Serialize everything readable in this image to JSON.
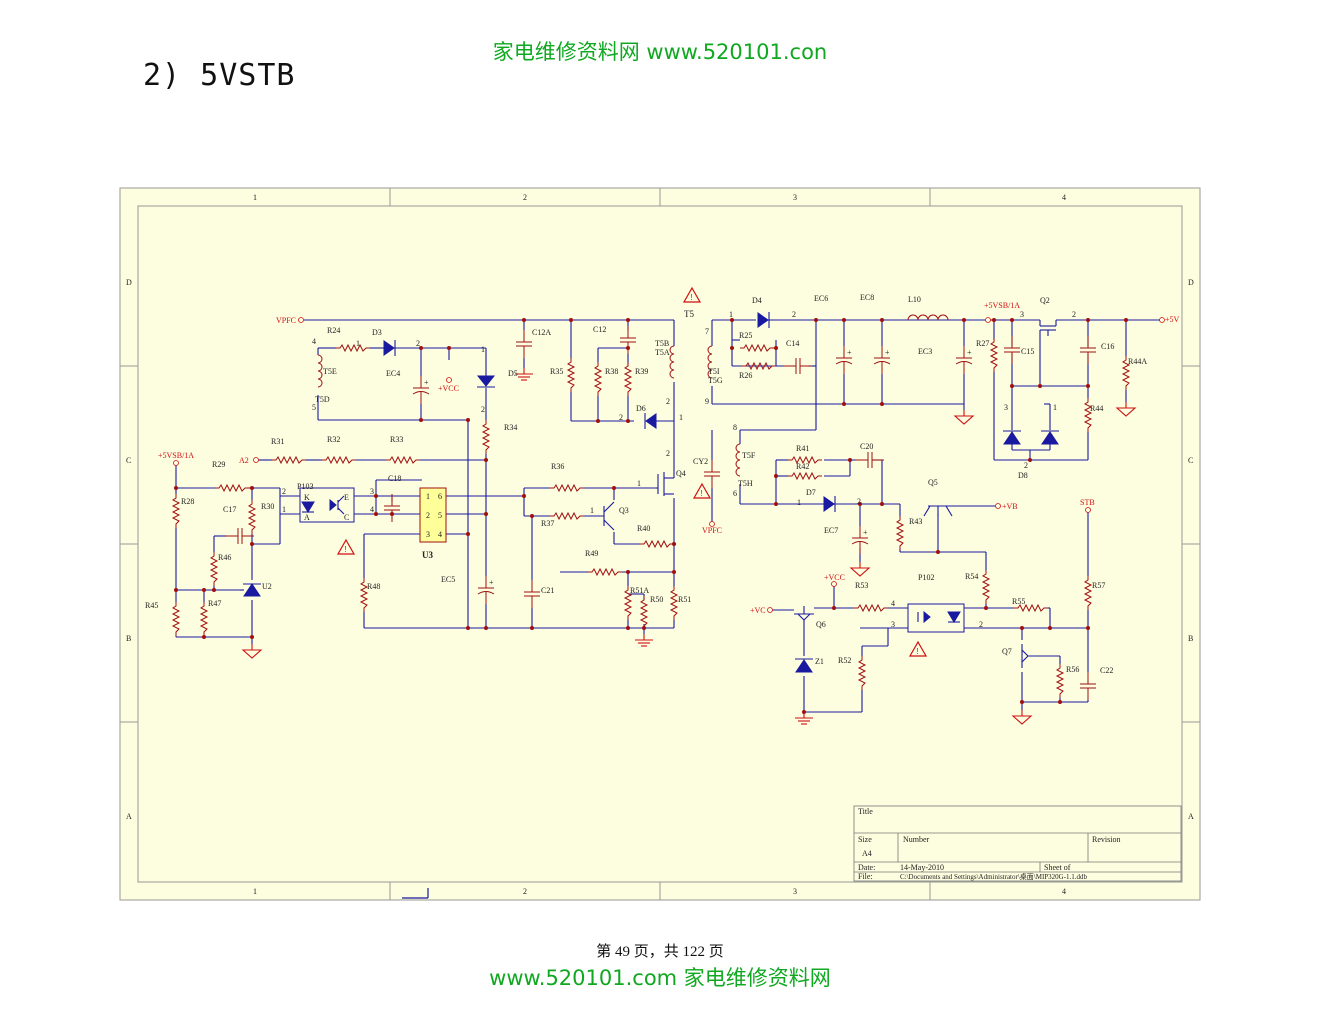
{
  "watermark": {
    "top": "家电维修资料网   www.520101.con",
    "bottom": "www.520101.com  家电维修资料网"
  },
  "section_title": "2) 5VSTB",
  "footer": "第 49 页，共 122 页",
  "frame": {
    "cols": [
      "1",
      "2",
      "3",
      "4"
    ],
    "rows": [
      "D",
      "C",
      "B",
      "A"
    ]
  },
  "title_block": {
    "title_label": "Title",
    "size_label": "Size",
    "size_value": "A4",
    "number_label": "Number",
    "revision_label": "Revision",
    "date_label": "Date:",
    "date_value": "14-May-2010",
    "sheet_label": "Sheet    of",
    "file_label": "File:",
    "file_value": "C:\\Documents and Settings\\Administrator\\桌面\\MIP320G-1.1.ddb"
  },
  "labels": {
    "VPFC": "VPFC",
    "R24": "R24",
    "D3": "D3",
    "T5E": "T5E",
    "T5D": "T5D",
    "EC4": "EC4",
    "VCC_A": "+VCC",
    "D5": "D5",
    "C12A": "C12A",
    "C12": "C12",
    "R35": "R35",
    "R38": "R38",
    "R39": "R39",
    "T5B": "T5B",
    "T5A": "T5A",
    "T5": "T5",
    "D6": "D6",
    "R34": "R34",
    "R31": "R31",
    "R32": "R32",
    "R33": "R33",
    "A2": "A2",
    "P5VSB_L": "+5VSB/1A",
    "R29": "R29",
    "R28": "R28",
    "P103": "P103",
    "C17": "C17",
    "R30": "R30",
    "C18": "C18",
    "U3": "U3",
    "R36": "R36",
    "R37": "R37",
    "Q3": "Q3",
    "Q4": "Q4",
    "R40": "R40",
    "R46": "R46",
    "U2": "U2",
    "R49": "R49",
    "R45": "R45",
    "R47": "R47",
    "R48": "R48",
    "EC5": "EC5",
    "C21": "C21",
    "R51A": "R51A",
    "R50": "R50",
    "R51": "R51",
    "CY2": "CY2",
    "VPFC_B": "VPFC",
    "D4": "D4",
    "R25": "R25",
    "R26": "R26",
    "C14": "C14",
    "T5I": "T5I",
    "T5G": "T5G",
    "EC6": "EC6",
    "EC8": "EC8",
    "L10": "L10",
    "EC3": "EC3",
    "P5VSB_R": "+5VSB/1A",
    "Q2": "Q2",
    "R27": "R27",
    "C15": "C15",
    "C16": "C16",
    "P5V": "+5V",
    "R44A": "R44A",
    "R44": "R44",
    "D8": "D8",
    "T5F": "T5F",
    "T5H": "T5H",
    "R41": "R41",
    "R42": "R42",
    "C20": "C20",
    "D7": "D7",
    "EC7": "EC7",
    "R43": "R43",
    "Q5": "Q5",
    "VB": "+VB",
    "STB": "STB",
    "VCC_B": "+VCC",
    "R53": "R53",
    "P102": "P102",
    "R54": "R54",
    "VC": "+VC",
    "Q6": "Q6",
    "R55": "R55",
    "R57": "R57",
    "Z1": "Z1",
    "R52": "R52",
    "Q7": "Q7",
    "R56": "R56",
    "C22": "C22",
    "u3_pins": [
      "1",
      "6",
      "2",
      "5",
      "3",
      "4"
    ],
    "p103_K": "K",
    "p103_A": "A",
    "p103_E": "E",
    "p103_C": "C",
    "pin1": "1",
    "pin2": "2",
    "pin3": "3",
    "pin4": "4",
    "pin5": "5",
    "pin6": "6",
    "pin7": "7",
    "pin8": "8",
    "pin9": "9"
  },
  "colors": {
    "wire": "#1a1aa0",
    "component": "#a01010",
    "net_label": "#d01010",
    "sheet": "#fdfde0",
    "watermark": "#10a820",
    "optocoupler": "#ffff99"
  }
}
